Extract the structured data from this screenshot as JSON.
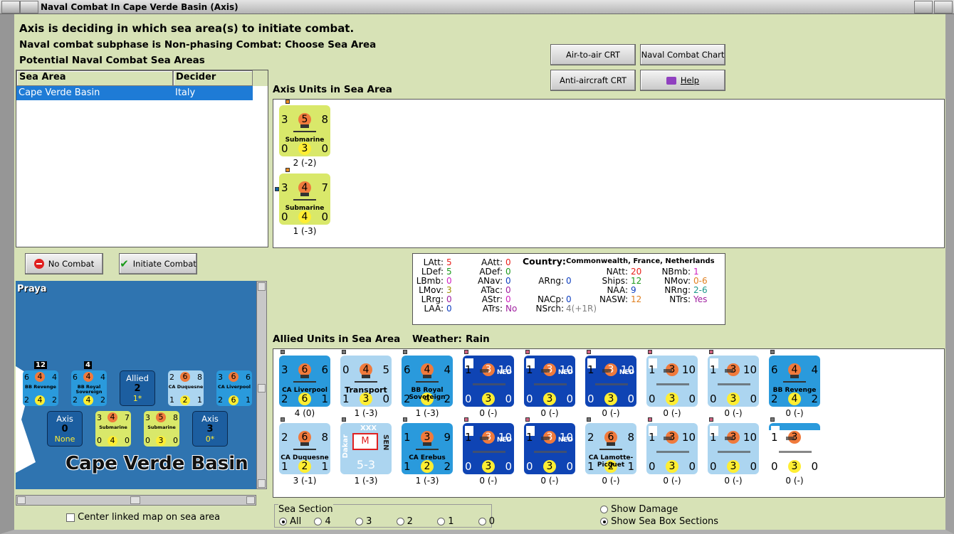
{
  "window": {
    "title": "Naval Combat In Cape Verde Basin (Axis)"
  },
  "header": {
    "line1": "Axis is deciding in which sea area(s) to initiate combat.",
    "line2": "Naval combat subphase is Non-phasing Combat: Choose Sea Area",
    "line3": "Potential Naval Combat Sea Areas"
  },
  "buttons": {
    "air_to_air": "Air-to-air CRT",
    "naval_chart": "Naval Combat Chart",
    "anti_aircraft": "Anti-aircraft CRT",
    "help": "Help",
    "no_combat": "No Combat",
    "initiate": "Initiate Combat"
  },
  "sea_table": {
    "headers": [
      "Sea Area",
      "Decider"
    ],
    "rows": [
      [
        "Cape Verde Basin",
        "Italy"
      ]
    ]
  },
  "axis_section": {
    "label": "Axis Units in Sea Area"
  },
  "axis_units": [
    {
      "tl": "3",
      "atk": "5",
      "tr": "8",
      "name": "Submarine",
      "bl": "0",
      "def": "3",
      "br": "0",
      "size": "2 (-2)"
    },
    {
      "tl": "3",
      "atk": "4",
      "tr": "7",
      "name": "Submarine",
      "bl": "0",
      "def": "4",
      "br": "0",
      "size": "1 (-3)"
    }
  ],
  "info": {
    "country_label": "Country:",
    "country": "Commonwealth, France, Netherlands",
    "col1": [
      [
        "LAtt:",
        "5"
      ],
      [
        "LDef:",
        "5"
      ],
      [
        "LBmb:",
        "0"
      ],
      [
        "LMov:",
        "3"
      ],
      [
        "LRrg:",
        "0"
      ],
      [
        "LAA:",
        "0"
      ]
    ],
    "col2": [
      [
        "AAtt:",
        "0"
      ],
      [
        "ADef:",
        "0"
      ],
      [
        "ANav:",
        "0"
      ],
      [
        "ATac:",
        "0"
      ],
      [
        "AStr:",
        "0"
      ],
      [
        "ATrs:",
        "No"
      ]
    ],
    "col3": [
      [
        "ARng:",
        "0"
      ],
      [
        "NACp:",
        "0"
      ],
      [
        "NSrch:",
        "4(+1R)"
      ]
    ],
    "col4": [
      [
        "NAtt:",
        "20"
      ],
      [
        "Ships:",
        "12"
      ],
      [
        "NAA:",
        "9"
      ],
      [
        "NASW:",
        "12"
      ]
    ],
    "col5": [
      [
        "NBmb:",
        "1"
      ],
      [
        "NMov:",
        "0-6"
      ],
      [
        "NRng:",
        "2-6"
      ],
      [
        "NTrs:",
        "Yes"
      ]
    ]
  },
  "allied_section": {
    "label": "Allied Units in Sea Area",
    "weather_label": "Weather:",
    "weather": "Rain"
  },
  "allied_row1": [
    {
      "tl": "3",
      "atk": "6",
      "tr": "6",
      "name": "CA Liverpool",
      "bl": "2",
      "def": "6",
      "br": "1",
      "size": "4 (0)",
      "style": "cw"
    },
    {
      "tl": "0",
      "atk": "4",
      "tr": "5",
      "name": "Transport",
      "bl": "1",
      "def": "3",
      "br": "0",
      "size": "1 (-3)",
      "style": "fr"
    },
    {
      "tl": "6",
      "atk": "4",
      "tr": "4",
      "name": "BB Royal Sovereign",
      "bl": "2",
      "def": "4",
      "br": "2",
      "size": "1 (-3)",
      "style": "cw"
    },
    {
      "tl": "1",
      "atk": "3",
      "tr": "10",
      "name": "NED",
      "bl": "0",
      "def": "3",
      "br": "0",
      "size": "0 (-)",
      "style": "ned"
    },
    {
      "tl": "1",
      "atk": "3",
      "tr": "10",
      "name": "NED",
      "bl": "0",
      "def": "3",
      "br": "0",
      "size": "0 (-)",
      "style": "ned"
    },
    {
      "tl": "1",
      "atk": "3",
      "tr": "10",
      "name": "NED",
      "bl": "0",
      "def": "3",
      "br": "0",
      "size": "0 (-)",
      "style": "ned"
    },
    {
      "tl": "1",
      "atk": "3",
      "tr": "10",
      "name": "",
      "bl": "0",
      "def": "3",
      "br": "0",
      "size": "0 (-)",
      "style": "fr"
    },
    {
      "tl": "1",
      "atk": "3",
      "tr": "10",
      "name": "",
      "bl": "0",
      "def": "3",
      "br": "0",
      "size": "0 (-)",
      "style": "fr"
    },
    {
      "tl": "6",
      "atk": "4",
      "tr": "4",
      "name": "BB Revenge",
      "bl": "2",
      "def": "4",
      "br": "2",
      "size": "0 (-)",
      "style": "cw"
    }
  ],
  "allied_row2": [
    {
      "tl": "2",
      "atk": "6",
      "tr": "8",
      "name": "CA Duquesne",
      "bl": "1",
      "def": "2",
      "br": "1",
      "size": "3 (-1)",
      "style": "fr"
    },
    {
      "tl": "XXX",
      "atk": "M",
      "tr": "SEN",
      "name": "Dakar",
      "bl": "",
      "def": "5-3",
      "br": "",
      "size": "1 (-3)",
      "style": "army"
    },
    {
      "tl": "1",
      "atk": "3",
      "tr": "9",
      "name": "CA Erebus",
      "bl": "1",
      "def": "2",
      "br": "2",
      "size": "1 (-3)",
      "style": "cw"
    },
    {
      "tl": "1",
      "atk": "3",
      "tr": "10",
      "name": "NED",
      "bl": "0",
      "def": "3",
      "br": "0",
      "size": "0 (-)",
      "style": "ned"
    },
    {
      "tl": "1",
      "atk": "3",
      "tr": "10",
      "name": "NED",
      "bl": "0",
      "def": "3",
      "br": "0",
      "size": "0 (-)",
      "style": "ned"
    },
    {
      "tl": "2",
      "atk": "6",
      "tr": "8",
      "name": "CA Lamotte-Picquet",
      "bl": "1",
      "def": "2",
      "br": "1",
      "size": "0 (-)",
      "style": "fr"
    },
    {
      "tl": "1",
      "atk": "3",
      "tr": "10",
      "name": "",
      "bl": "0",
      "def": "3",
      "br": "0",
      "size": "0 (-)",
      "style": "fr"
    },
    {
      "tl": "1",
      "atk": "3",
      "tr": "10",
      "name": "",
      "bl": "0",
      "def": "3",
      "br": "0",
      "size": "0 (-)",
      "style": "fr"
    },
    {
      "tl": "1",
      "atk": "3",
      "tr": "",
      "name": "",
      "bl": "0",
      "def": "3",
      "br": "0",
      "size": "0 (-)",
      "style": "mixed"
    }
  ],
  "map": {
    "place": "Praya",
    "sea_name": "Cape Verde Basin",
    "stack_counts": [
      "12",
      "4"
    ],
    "boxes": [
      {
        "label": "Allied",
        "num": "2",
        "sub": "1*"
      },
      {
        "label": "Axis",
        "num": "0",
        "sub": "None"
      },
      {
        "label": "Axis",
        "num": "3",
        "sub": "0*"
      }
    ],
    "units": [
      {
        "tl": "6",
        "atk": "4",
        "tr": "4",
        "name": "BB Revenge",
        "bl": "2",
        "def": "4",
        "br": "2"
      },
      {
        "tl": "6",
        "atk": "4",
        "tr": "4",
        "name": "BB Royal Sovereign",
        "bl": "2",
        "def": "4",
        "br": "2"
      },
      {
        "tl": "2",
        "atk": "6",
        "tr": "8",
        "name": "CA Duquesne",
        "bl": "1",
        "def": "2",
        "br": "1"
      },
      {
        "tl": "3",
        "atk": "6",
        "tr": "6",
        "name": "CA Liverpool",
        "bl": "2",
        "def": "6",
        "br": "1"
      },
      {
        "tl": "3",
        "atk": "4",
        "tr": "7",
        "name": "Submarine",
        "bl": "0",
        "def": "4",
        "br": "0"
      },
      {
        "tl": "3",
        "atk": "5",
        "tr": "8",
        "name": "Submarine",
        "bl": "0",
        "def": "3",
        "br": "0"
      }
    ]
  },
  "footer": {
    "center_map": "Center linked map on sea area",
    "sea_section_label": "Sea Section",
    "sections": [
      "All",
      "4",
      "3",
      "2",
      "1",
      "0"
    ],
    "show_damage": "Show Damage",
    "show_sections": "Show Sea Box Sections"
  },
  "colors": {
    "bg": "#d7e2b6",
    "selection": "#1e7bd6",
    "axis_unit": "#d9e86a",
    "cw_unit": "#2a9adc",
    "ned_unit": "#0f44b4",
    "fr_unit": "#acd5f0"
  }
}
